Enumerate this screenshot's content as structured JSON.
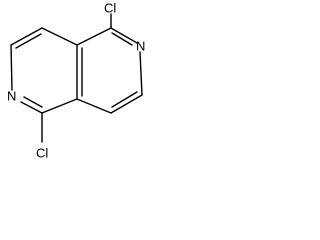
{
  "molecule": {
    "atoms": {
      "cl_top": "Cl",
      "cl_bottom": "Cl",
      "n_right": "N",
      "n_left": "N"
    }
  }
}
